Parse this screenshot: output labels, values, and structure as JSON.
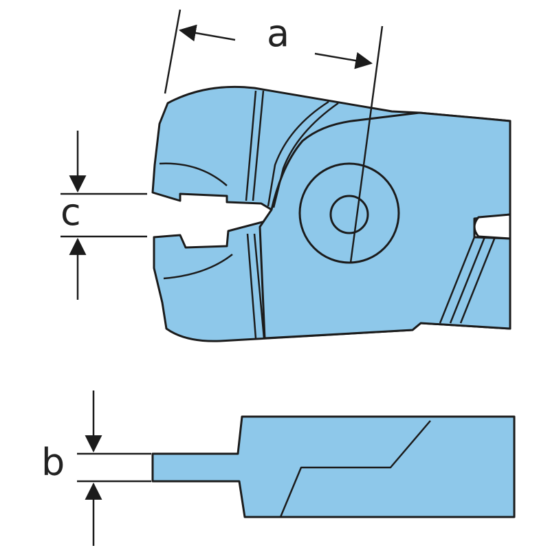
{
  "diagram": {
    "dimension_labels": {
      "a": "a",
      "b": "b",
      "c": "c"
    },
    "colors": {
      "body_fill": "#8ec8ea",
      "outline": "#1b1b1b",
      "background": "#ffffff"
    }
  }
}
